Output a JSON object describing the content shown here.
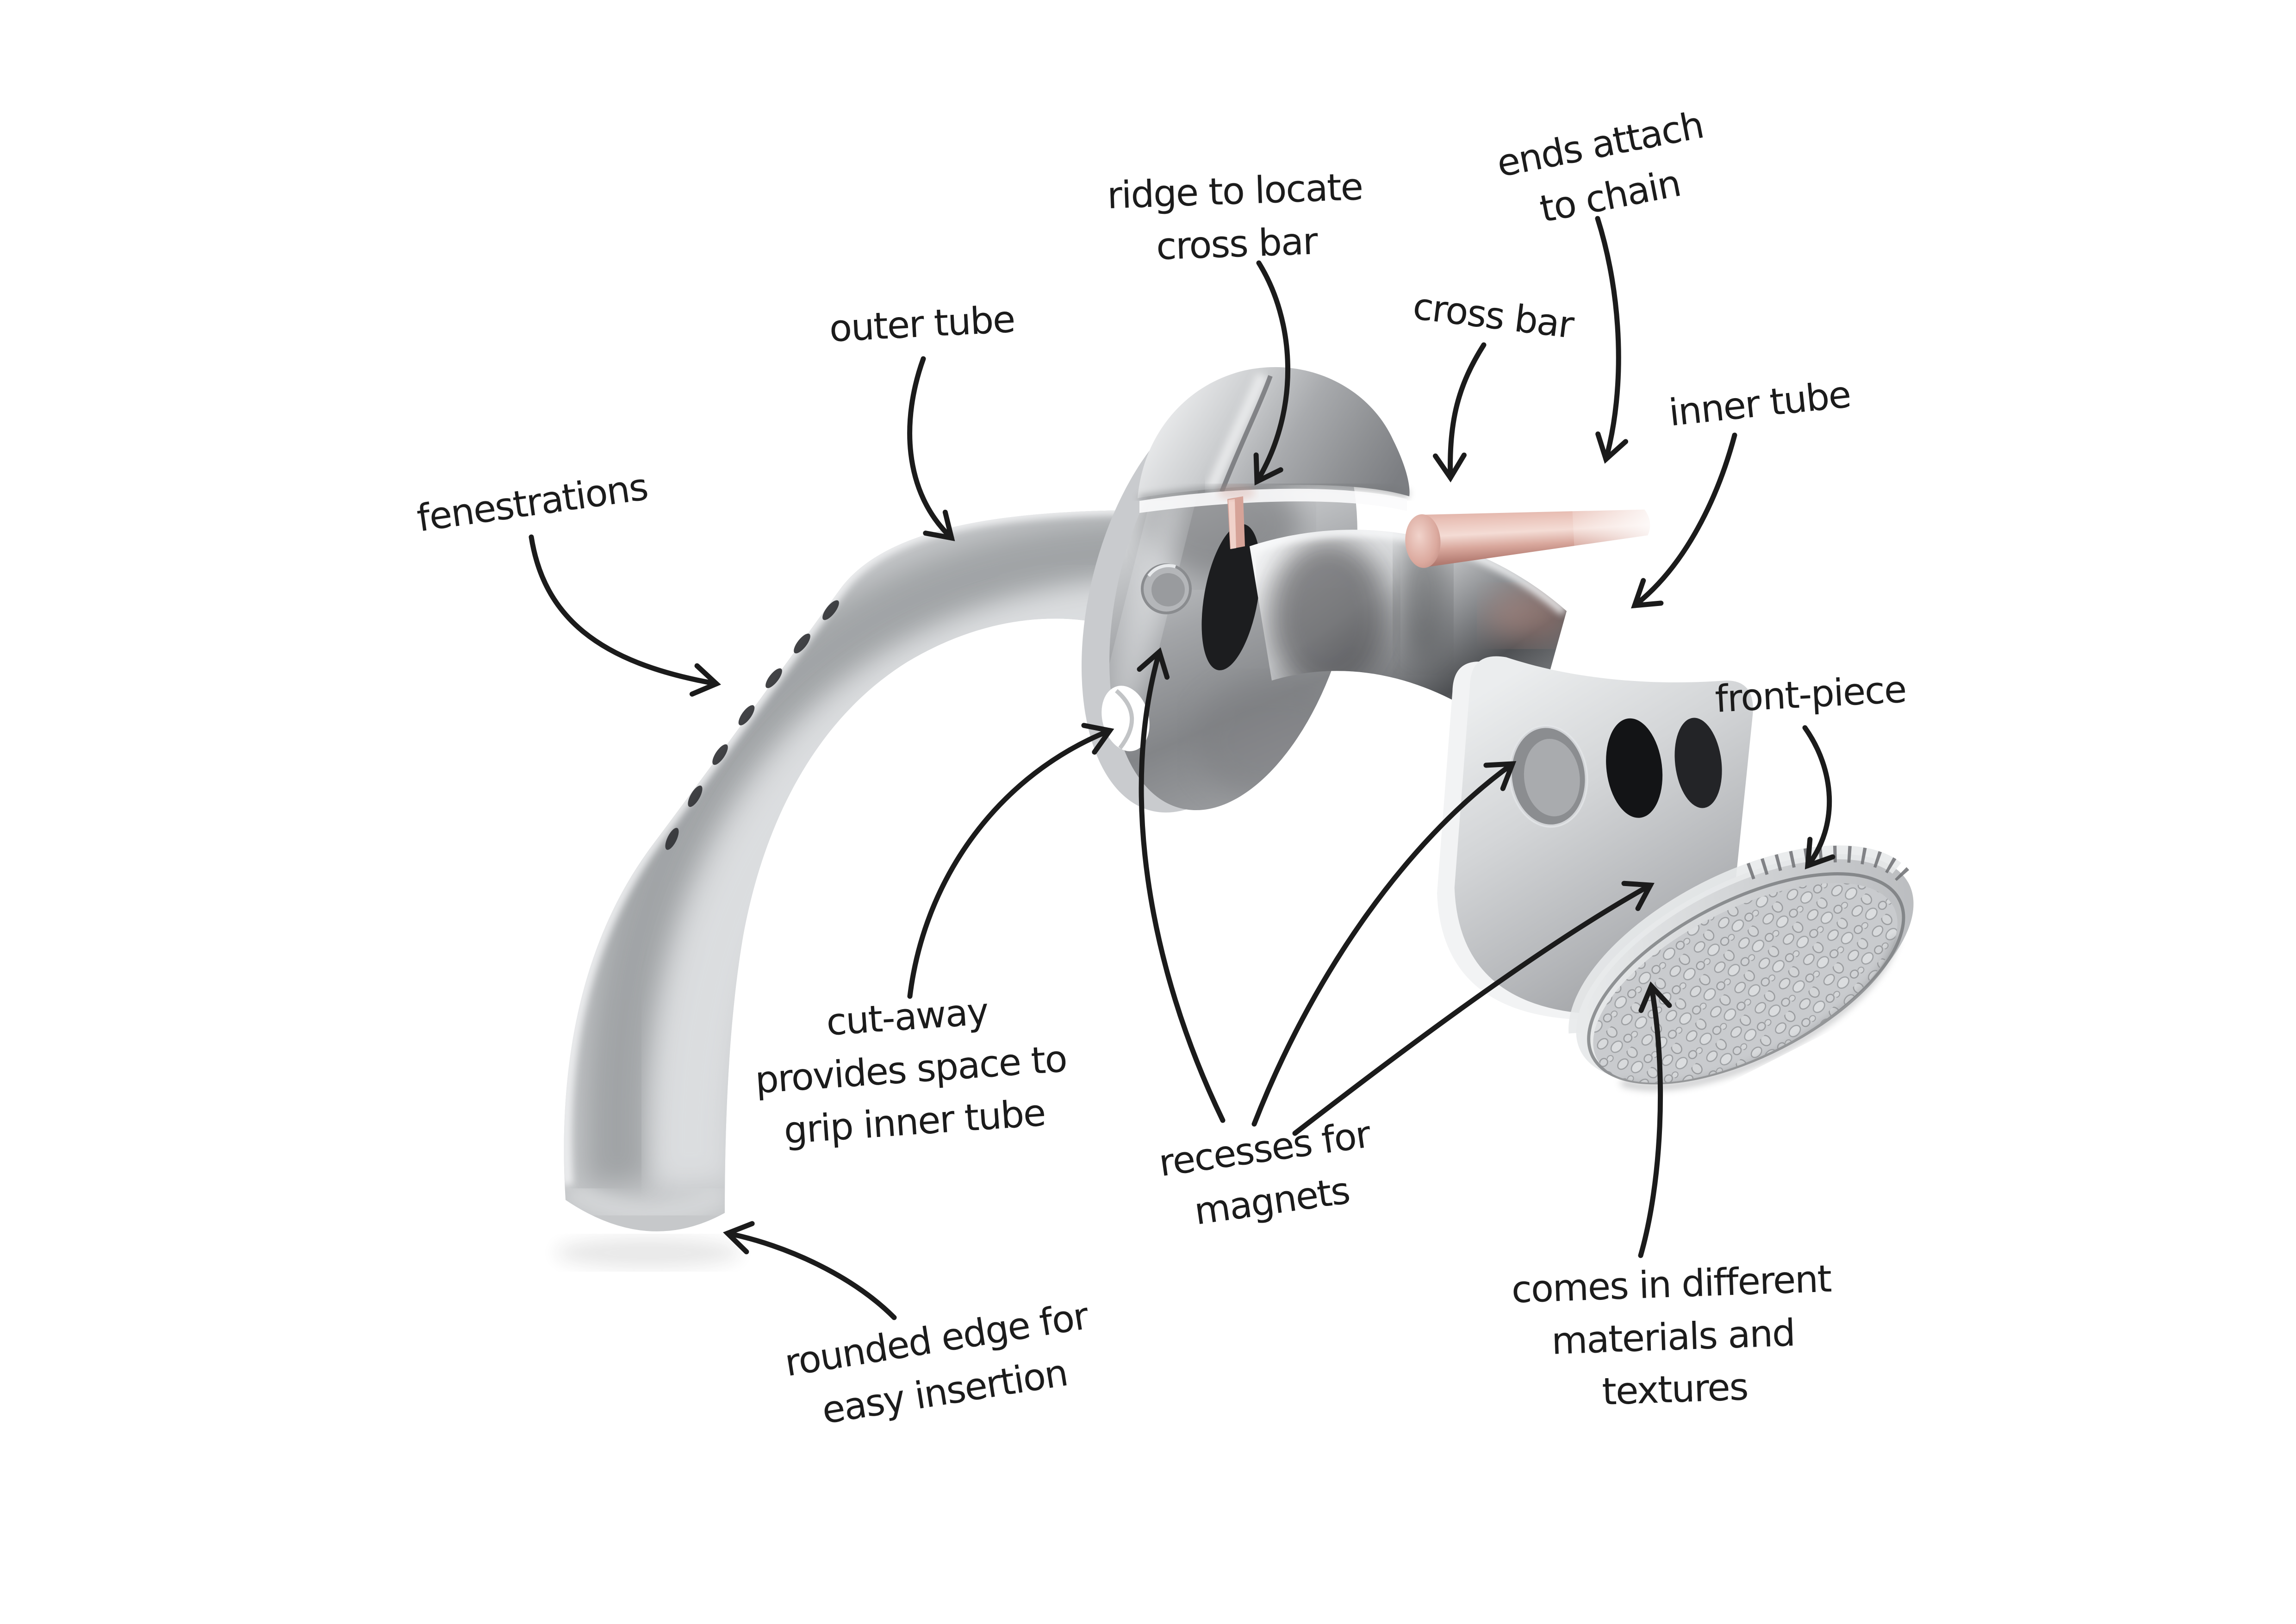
{
  "diagram": {
    "background": "#ffffff",
    "ink": "#1b1b1b",
    "labels": [
      {
        "id": "fenestrations",
        "text": "fenestrations"
      },
      {
        "id": "outer-tube",
        "text": "outer tube"
      },
      {
        "id": "ridge-to-locate-cross-bar",
        "text": "ridge to locate\ncross bar"
      },
      {
        "id": "ends-attach-to-chain",
        "text": "ends attach\nto chain"
      },
      {
        "id": "cross-bar",
        "text": "cross bar"
      },
      {
        "id": "inner-tube",
        "text": "inner tube"
      },
      {
        "id": "front-piece",
        "text": "front-piece"
      },
      {
        "id": "cut-away",
        "text": "cut-away\nprovides space to\ngrip inner tube"
      },
      {
        "id": "recesses-for-magnets",
        "text": "recesses for\nmagnets"
      },
      {
        "id": "rounded-edge",
        "text": "rounded edge for\neasy insertion"
      },
      {
        "id": "materials-textures",
        "text": "comes in different\nmaterials and\ntextures"
      }
    ],
    "colors": {
      "tube_gray": "#c6c8ca",
      "chrome_light": "#f2f3f4",
      "chrome_mid": "#9a9da0",
      "chrome_dark": "#55575a",
      "copper": "#dcaaa0",
      "hole_dark": "#131416"
    }
  }
}
